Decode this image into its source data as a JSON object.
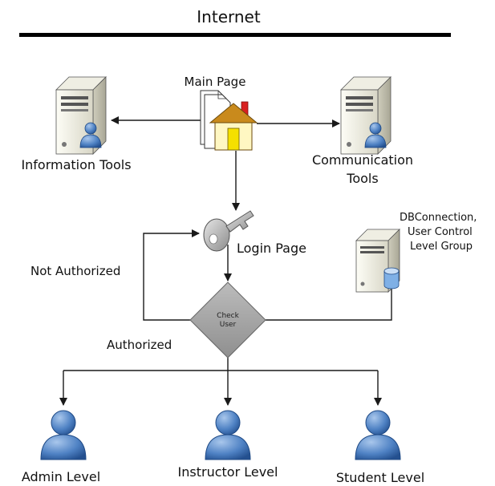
{
  "title": "Internet",
  "nodes": {
    "main_page": "Main Page",
    "information_tools": "Information Tools",
    "communication_tools": [
      "Communication",
      "Tools"
    ],
    "login_page": "Login Page",
    "db_server": [
      "DBConnection,",
      "User Control",
      "Level Group"
    ],
    "check_user": [
      "Check",
      "User"
    ],
    "admin": "Admin Level",
    "instructor": "Instructor Level",
    "student": "Student Level"
  },
  "edges": {
    "not_authorized": "Not Authorized",
    "authorized": "Authorized"
  }
}
